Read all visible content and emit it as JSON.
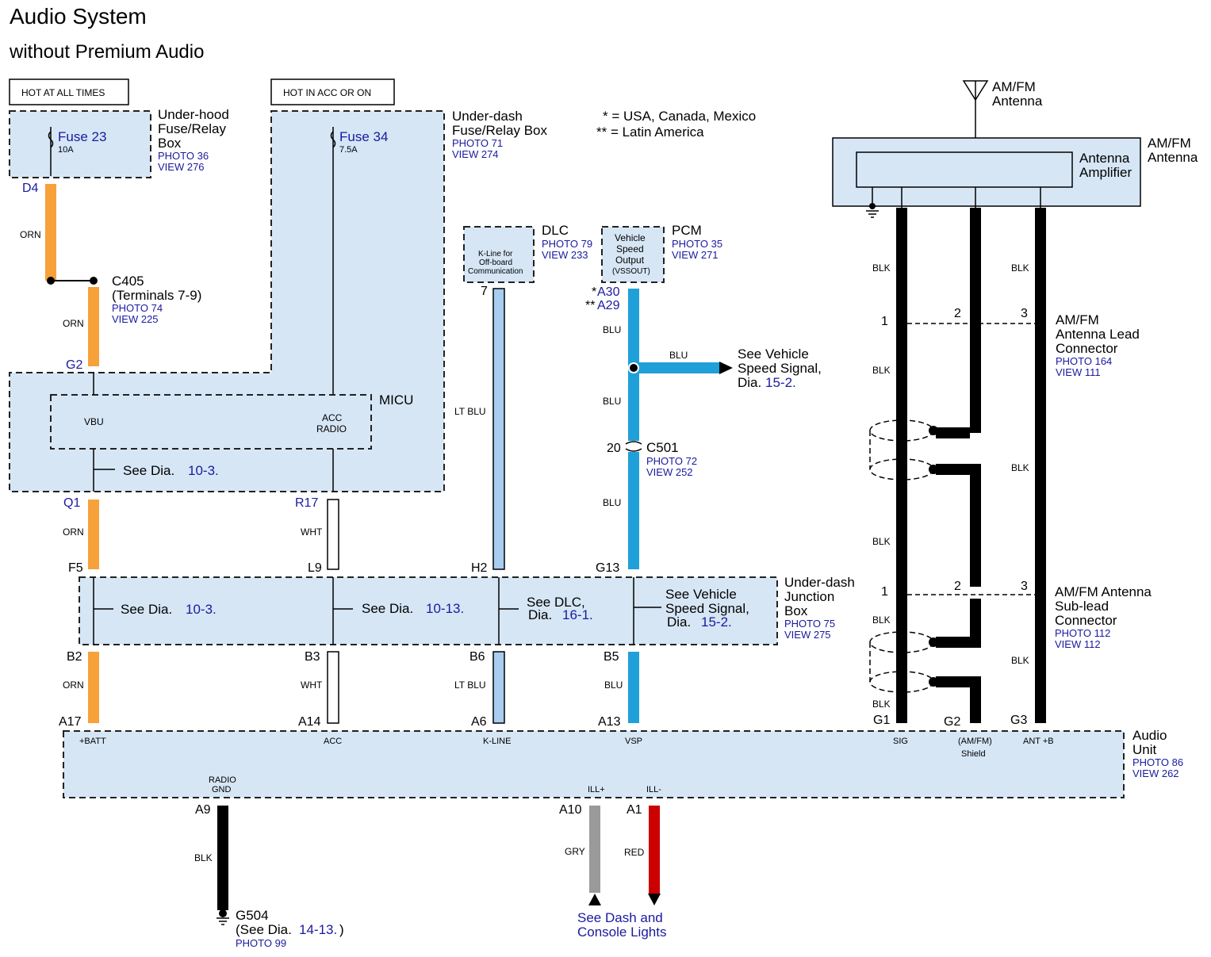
{
  "title": "Audio System",
  "subtitle": "without Premium Audio",
  "notes": {
    "usa": "* = USA, Canada, Mexico",
    "latin": "** = Latin America"
  },
  "hot_labels": {
    "always": "HOT AT ALL TIMES",
    "acc": "HOT IN ACC OR ON"
  },
  "underhood": {
    "name1": "Under-hood",
    "name2": "Fuse/Relay",
    "name3": "Box",
    "photo": "PHOTO 36",
    "view": "VIEW 276",
    "fuse": "Fuse 23",
    "amp": "10A",
    "pin": "D4"
  },
  "underdash_fuse": {
    "name1": "Under-dash",
    "name2": "Fuse/Relay Box",
    "photo": "PHOTO 71",
    "view": "VIEW 274",
    "fuse": "Fuse 34",
    "amp": "7.5A"
  },
  "c405": {
    "name": "C405",
    "terms": "(Terminals 7-9)",
    "photo": "PHOTO 74",
    "view": "VIEW 225"
  },
  "micu": {
    "name": "MICU",
    "vbu": "VBU",
    "acc1": "ACC",
    "acc2": "RADIO",
    "g2": "G2",
    "q1": "Q1",
    "r17": "R17",
    "see": "See  Dia.",
    "see_ref": "10-3."
  },
  "dlc": {
    "name": "DLC",
    "photo": "PHOTO 79",
    "view": "VIEW 233",
    "l1": "K-Line for",
    "l2": "Off-board",
    "l3": "Communication",
    "pin": "7"
  },
  "pcm": {
    "name": "PCM",
    "photo": "PHOTO 35",
    "view": "VIEW 271",
    "l1": "Vehicle",
    "l2": "Speed",
    "l3": "Output",
    "l4": "(VSSOUT)",
    "pin1_star": "*",
    "pin1": "A30",
    "pin2_star": "**",
    "pin2": "A29"
  },
  "vss": {
    "l1": "See Vehicle",
    "l2": "Speed Signal,",
    "l3": "Dia.",
    "ref": "15-2."
  },
  "c501": {
    "name": "C501",
    "pin": "20",
    "photo": "PHOTO 72",
    "view": "VIEW 252"
  },
  "junction": {
    "name1": "Under-dash",
    "name2": "Junction",
    "name3": "Box",
    "photo": "PHOTO 75",
    "view": "VIEW 275",
    "see1": "See  Dia.",
    "ref1": "10-3.",
    "see2": "See  Dia.",
    "ref2": "10-13.",
    "see3a": "See DLC,",
    "see3b": "Dia.",
    "ref3": "16-1.",
    "see4a": "See Vehicle",
    "see4b": "Speed Signal,",
    "see4c": "Dia.",
    "ref4": "15-2.",
    "f5": "F5",
    "l9": "L9",
    "h2": "H2",
    "g13": "G13",
    "b2": "B2",
    "b3": "B3",
    "b6": "B6",
    "b5": "B5"
  },
  "antenna": {
    "name1": "AM/FM",
    "name2": "Antenna",
    "box1": "AM/FM",
    "box2": "Antenna",
    "amp1": "Antenna",
    "amp2": "Amplifier"
  },
  "lead_conn": {
    "l1": "AM/FM",
    "l2": "Antenna Lead",
    "l3": "Connector",
    "photo": "PHOTO 164",
    "view": "VIEW 111",
    "p1": "1",
    "p2": "2",
    "p3": "3"
  },
  "sub_conn": {
    "l1": "AM/FM Antenna",
    "l2": "Sub-lead",
    "l3": "Connector",
    "photo": "PHOTO 112",
    "view": "VIEW 112",
    "p1": "1",
    "p2": "2",
    "p3": "3"
  },
  "audio": {
    "name1": "Audio",
    "name2": "Unit",
    "photo": "PHOTO 86",
    "view": "VIEW 262",
    "batt": "+BATT",
    "acc": "ACC",
    "kline": "K-LINE",
    "vsp": "VSP",
    "sig": "SIG",
    "shield1": "(AM/FM)",
    "shield2": "Shield",
    "antb": "ANT +B",
    "gnd1": "RADIO",
    "gnd2": "GND",
    "illp": "ILL+",
    "illm": "ILL-",
    "a17": "A17",
    "a14": "A14",
    "a6": "A6",
    "a13": "A13",
    "g1": "G1",
    "g2": "G2",
    "g3": "G3",
    "a9": "A9",
    "a10": "A10",
    "a1": "A1"
  },
  "g504": {
    "name": "G504",
    "see": "(See Dia.",
    "ref": "14-13.",
    "close": ")",
    "photo": "PHOTO 99"
  },
  "dash": {
    "l1": "See Dash and",
    "l2": "Console Lights"
  },
  "wires": {
    "orn": "ORN",
    "wht": "WHT",
    "ltblu": "LT BLU",
    "blu": "BLU",
    "blk": "BLK",
    "gry": "GRY",
    "red": "RED"
  },
  "colors": {
    "orn": "#f7a13a",
    "blu": "#1fa0d8",
    "ltblu": "#a9cdf0",
    "blk": "#000000",
    "gry": "#9a9a9a",
    "red": "#cc0000",
    "box": "#d6e6f5",
    "link": "#1a1aa0"
  }
}
